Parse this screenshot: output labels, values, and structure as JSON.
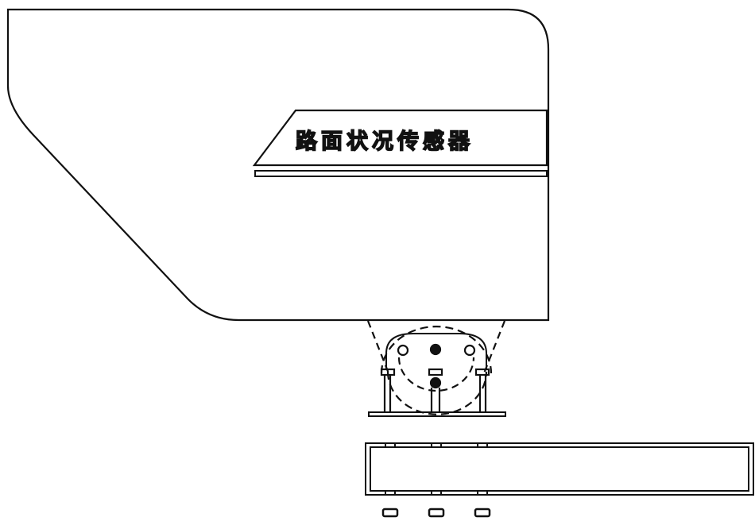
{
  "sensor_label": "路面状况传感器",
  "colors": {
    "line": "#111111",
    "background": "#ffffff"
  },
  "parts": [
    "sensor-housing",
    "label-plate",
    "mounting-bracket",
    "base-plate",
    "mounting-rail",
    "nuts"
  ]
}
